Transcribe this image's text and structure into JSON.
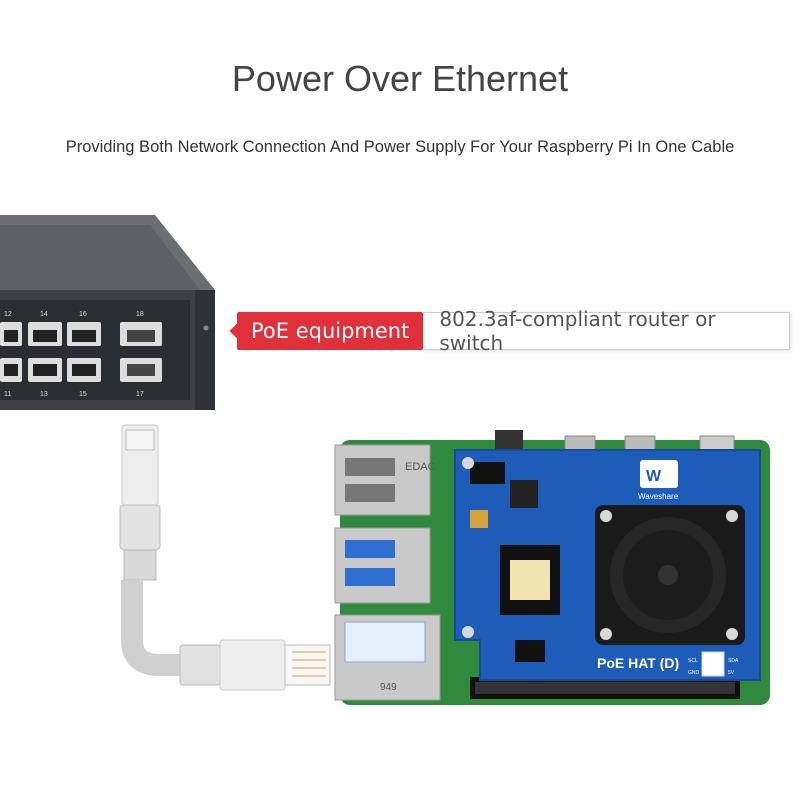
{
  "header": {
    "title": "Power Over Ethernet",
    "subtitle": "Providing Both Network Connection And Power Supply For Your Raspberry Pi In One Cable"
  },
  "callout": {
    "tag": "PoE equipment",
    "description": "802.3af-compliant router or switch"
  },
  "switch": {
    "port_numbers_top": [
      "12",
      "14",
      "16",
      "18"
    ],
    "port_numbers_bottom": [
      "11",
      "13",
      "15",
      "17"
    ]
  },
  "hat": {
    "brand": "Waveshare",
    "model": "PoE HAT (D)",
    "pins": [
      "SCL",
      "SDA",
      "GND",
      "5V"
    ]
  },
  "board": {
    "usb_label": "EDAC",
    "eth_label": "949"
  },
  "colors": {
    "accent_red": "#e0303a",
    "hat_blue": "#1d5cb8",
    "pcb_green": "#2f8a3d",
    "switch_gray": "#55585c"
  }
}
